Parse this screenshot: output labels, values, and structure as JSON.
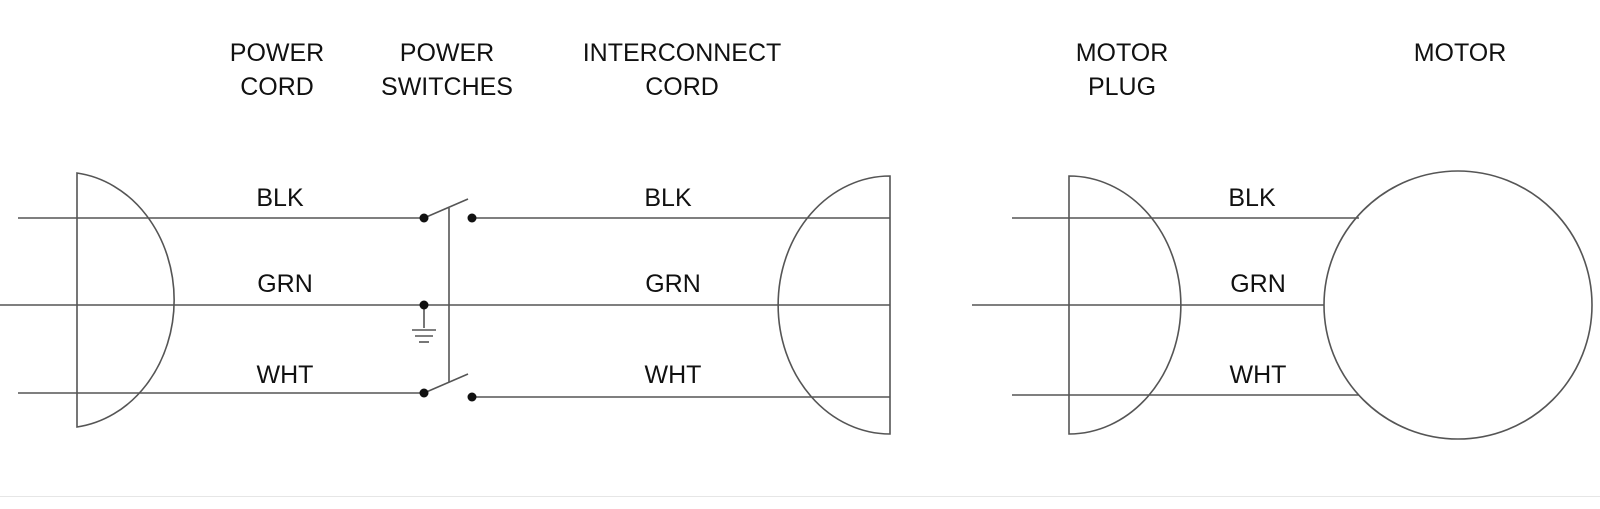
{
  "headers": {
    "power_cord": [
      "POWER",
      "CORD"
    ],
    "power_switches": [
      "POWER",
      "SWITCHES"
    ],
    "interconnect_cord": [
      "INTERCONNECT",
      "CORD"
    ],
    "motor_plug": [
      "MOTOR",
      "PLUG"
    ],
    "motor": [
      "MOTOR"
    ]
  },
  "wire_labels": {
    "power_side": {
      "black": "BLK",
      "green": "GRN",
      "white": "WHT"
    },
    "interconnect_side": {
      "black": "BLK",
      "green": "GRN",
      "white": "WHT"
    },
    "motor_side": {
      "black": "BLK",
      "green": "GRN",
      "white": "WHT"
    }
  },
  "colors": {
    "line": "#555555",
    "text": "#111111",
    "background": "#ffffff"
  }
}
